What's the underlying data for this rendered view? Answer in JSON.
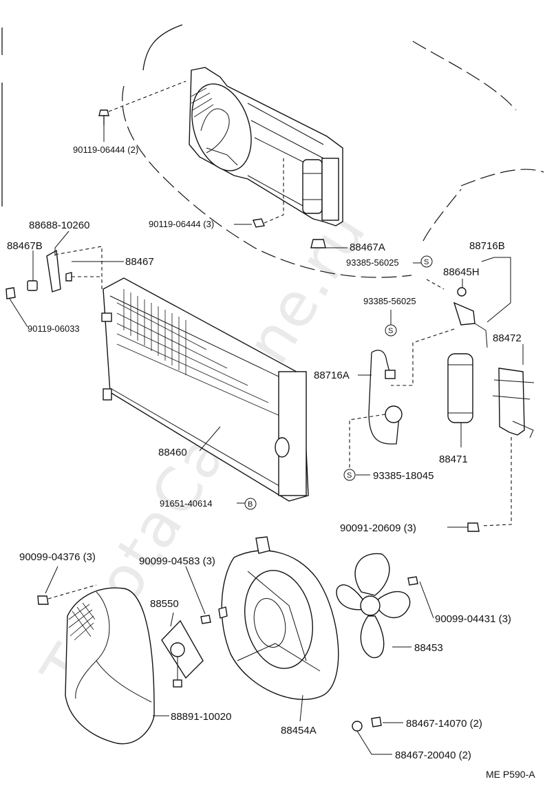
{
  "watermark": "ToyotaCarMine.ru",
  "drawing_code": "ME P590-A",
  "symbols": {
    "s": "S",
    "b": "B"
  },
  "labels": {
    "l_90119_06444_2": "90119-06444 (2)",
    "l_90119_06444_3": "90119-06444 (3)",
    "l_88467A": "88467A",
    "l_88688_10260": "88688-10260",
    "l_88467B": "88467B",
    "l_88467": "88467",
    "l_90119_06033": "90119-06033",
    "l_93385_56025_a": "93385-56025",
    "l_88716B": "88716B",
    "l_88645H": "88645H",
    "l_93385_56025_b": "93385-56025",
    "l_88472": "88472",
    "l_88716A": "88716A",
    "l_88471": "88471",
    "l_88460": "88460",
    "l_93385_18045": "93385-18045",
    "l_91651_40614": "91651-40614",
    "l_90091_20609_3": "90091-20609 (3)",
    "l_90099_04376_3": "90099-04376 (3)",
    "l_90099_04583_3": "90099-04583 (3)",
    "l_88550": "88550",
    "l_90099_04431_3": "90099-04431 (3)",
    "l_88453": "88453",
    "l_88891_10020": "88891-10020",
    "l_88454A": "88454A",
    "l_88467_14070_2": "88467-14070 (2)",
    "l_88467_20040_2": "88467-20040 (2)"
  }
}
